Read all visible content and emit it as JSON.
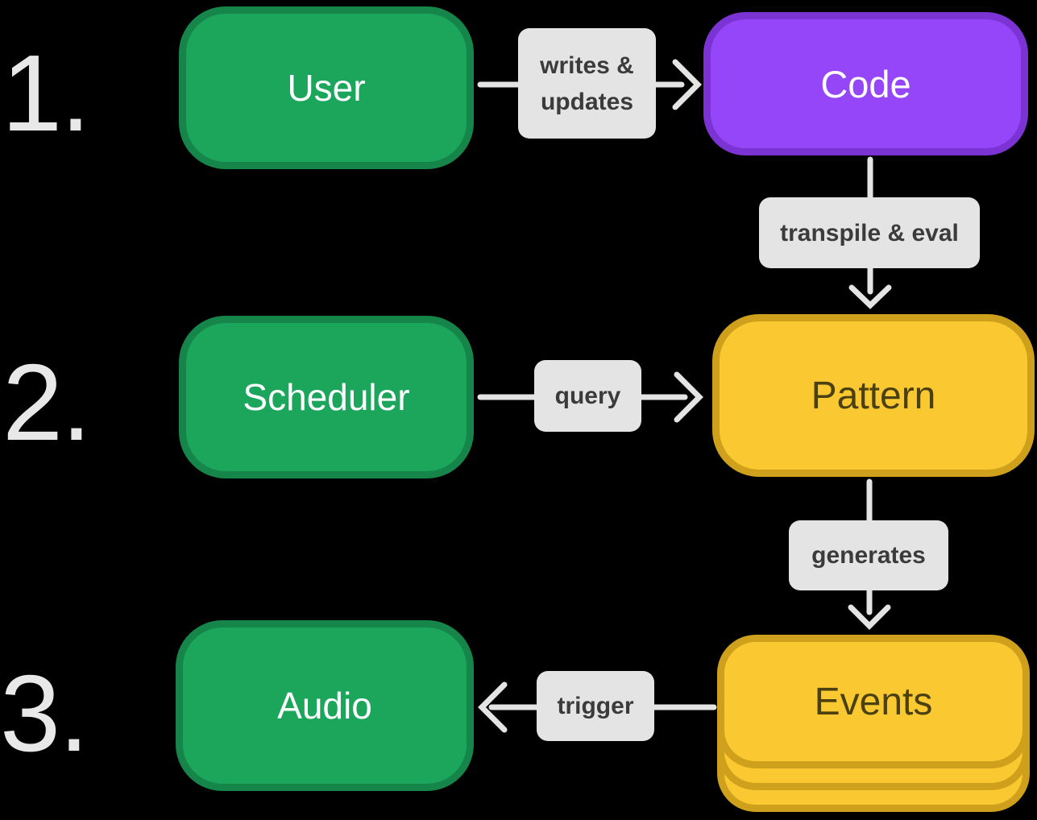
{
  "colors": {
    "background": "#000000",
    "green_fill": "#1ba65c",
    "green_border": "#15854a",
    "purple_fill": "#9546f8",
    "purple_border": "#7c33d4",
    "yellow_fill": "#fac931",
    "yellow_border": "#cfa01c",
    "yellow_text": "#4a4010",
    "label_bg": "#e4e4e4",
    "label_text": "#3b3b3b",
    "arrow": "#e4e4e4",
    "node_text": "#ffffff",
    "number_text": "#e8e8e8"
  },
  "steps": [
    {
      "number": "1."
    },
    {
      "number": "2."
    },
    {
      "number": "3."
    }
  ],
  "nodes": {
    "user": {
      "label": "User",
      "color": "green"
    },
    "code": {
      "label": "Code",
      "color": "purple"
    },
    "scheduler": {
      "label": "Scheduler",
      "color": "green"
    },
    "pattern": {
      "label": "Pattern",
      "color": "yellow"
    },
    "events": {
      "label": "Events",
      "color": "yellow"
    },
    "audio": {
      "label": "Audio",
      "color": "green"
    }
  },
  "edges": {
    "writes_updates": {
      "label": "writes &\nupdates",
      "from": "user",
      "to": "code"
    },
    "transpile_eval": {
      "label": "transpile & eval",
      "from": "code",
      "to": "pattern"
    },
    "query": {
      "label": "query",
      "from": "scheduler",
      "to": "pattern"
    },
    "generates": {
      "label": "generates",
      "from": "pattern",
      "to": "events"
    },
    "trigger": {
      "label": "trigger",
      "from": "events",
      "to": "audio"
    }
  }
}
